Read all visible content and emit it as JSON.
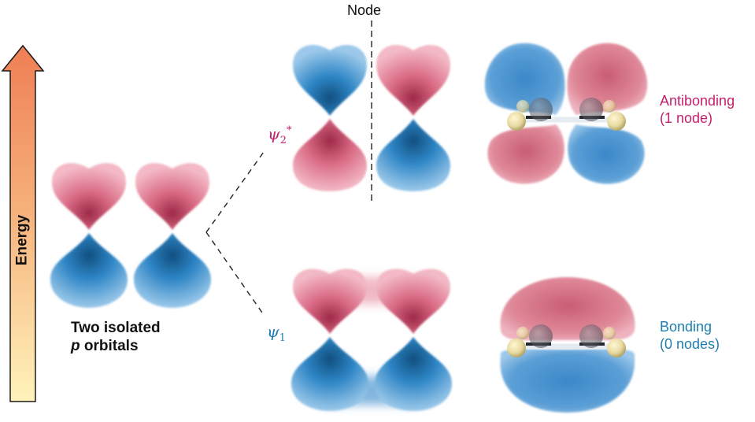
{
  "labels": {
    "energy": "Energy",
    "node": "Node",
    "isolated_line1": "Two isolated",
    "isolated_p": "p",
    "isolated_line2_rest": " orbitals",
    "psi2_symbol": "ψ",
    "psi2_sub": "2",
    "psi2_star": "*",
    "psi1_symbol": "ψ",
    "psi1_sub": "1",
    "antibonding_line1": "Antibonding",
    "antibonding_line2": "(1 node)",
    "bonding_line1": "Bonding",
    "bonding_line2": "(0 nodes)"
  },
  "colors": {
    "pink_lobe": "#e07a8f",
    "blue_lobe": "#3f90cc",
    "antibonding_text": "#c41f6e",
    "bonding_text": "#1f7fb0",
    "arrow_top": "#ef7f55",
    "arrow_bottom": "#fff2b8"
  }
}
